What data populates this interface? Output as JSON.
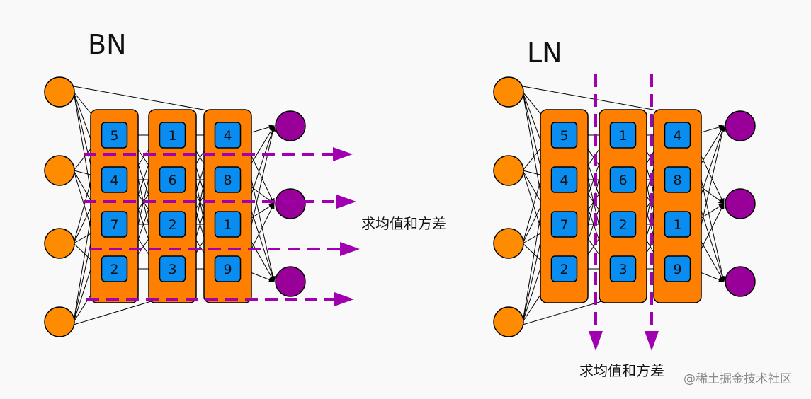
{
  "bn": {
    "title": "BN",
    "caption": "求均值和方差",
    "columns": [
      [
        "5",
        "4",
        "7",
        "2"
      ],
      [
        "1",
        "6",
        "2",
        "3"
      ],
      [
        "4",
        "8",
        "1",
        "9"
      ]
    ]
  },
  "ln": {
    "title": "LN",
    "caption": "求均值和方差",
    "columns": [
      [
        "5",
        "4",
        "7",
        "2"
      ],
      [
        "1",
        "6",
        "2",
        "3"
      ],
      [
        "4",
        "8",
        "1",
        "9"
      ]
    ]
  },
  "watermark": "@稀土掘金技术社区",
  "colors": {
    "input_node": "#ff8c00",
    "output_node": "#990099",
    "column_fill": "#ff8000",
    "cell_fill": "#0a8df0",
    "dash": "#a000b0",
    "background": "#f9f9f9"
  }
}
